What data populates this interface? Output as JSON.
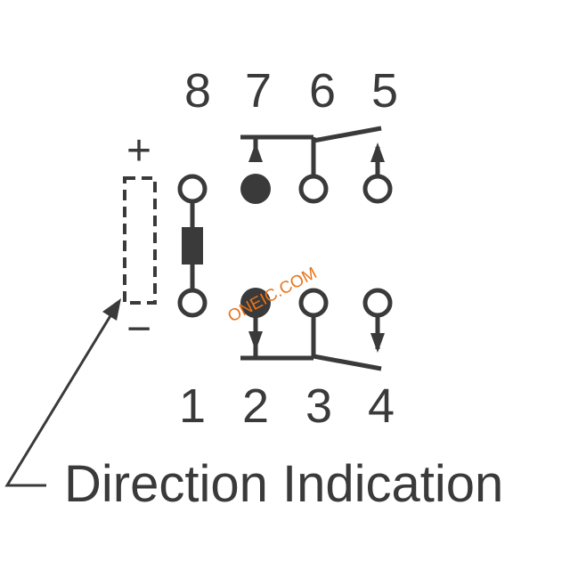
{
  "pins_top": [
    "8",
    "7",
    "6",
    "5"
  ],
  "pins_bottom": [
    "1",
    "2",
    "3",
    "4"
  ],
  "polarity": {
    "plus": "+",
    "minus": "−"
  },
  "caption": "Direction Indication",
  "watermark": "ONEIC.COM",
  "colors": {
    "ink": "#3a3a3a",
    "watermark": "#e8741c",
    "background": "#ffffff"
  }
}
